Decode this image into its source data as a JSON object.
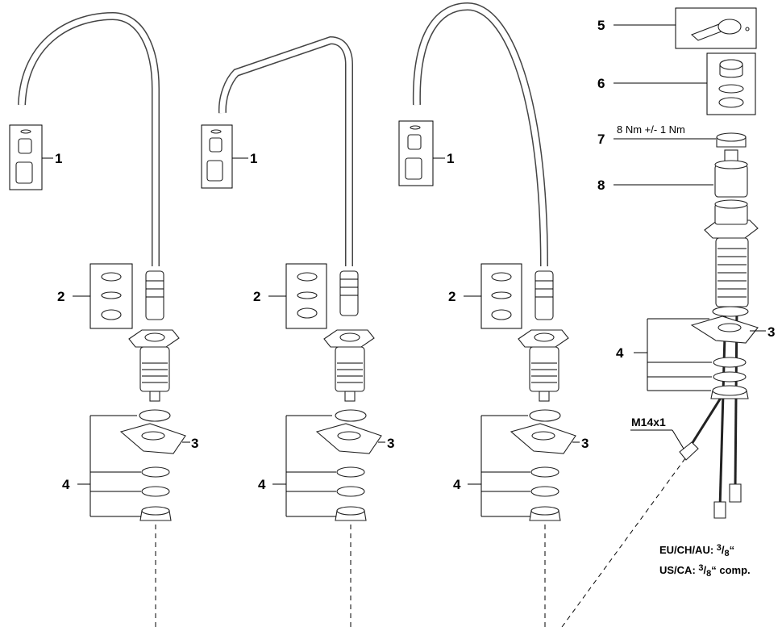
{
  "callouts": {
    "n1": "1",
    "n2": "2",
    "n3": "3",
    "n4": "4",
    "n5": "5",
    "n6": "6",
    "n7": "7",
    "n8": "8"
  },
  "torque_note": "8 Nm +/- 1 Nm",
  "thread_label": "M14x1",
  "connection_specs": {
    "eu_prefix": "EU/CH/AU: ",
    "us_prefix": "US/CA: ",
    "fraction_num": "3",
    "fraction_den": "8",
    "inch_mark": "“",
    "comp_suffix": " comp."
  }
}
